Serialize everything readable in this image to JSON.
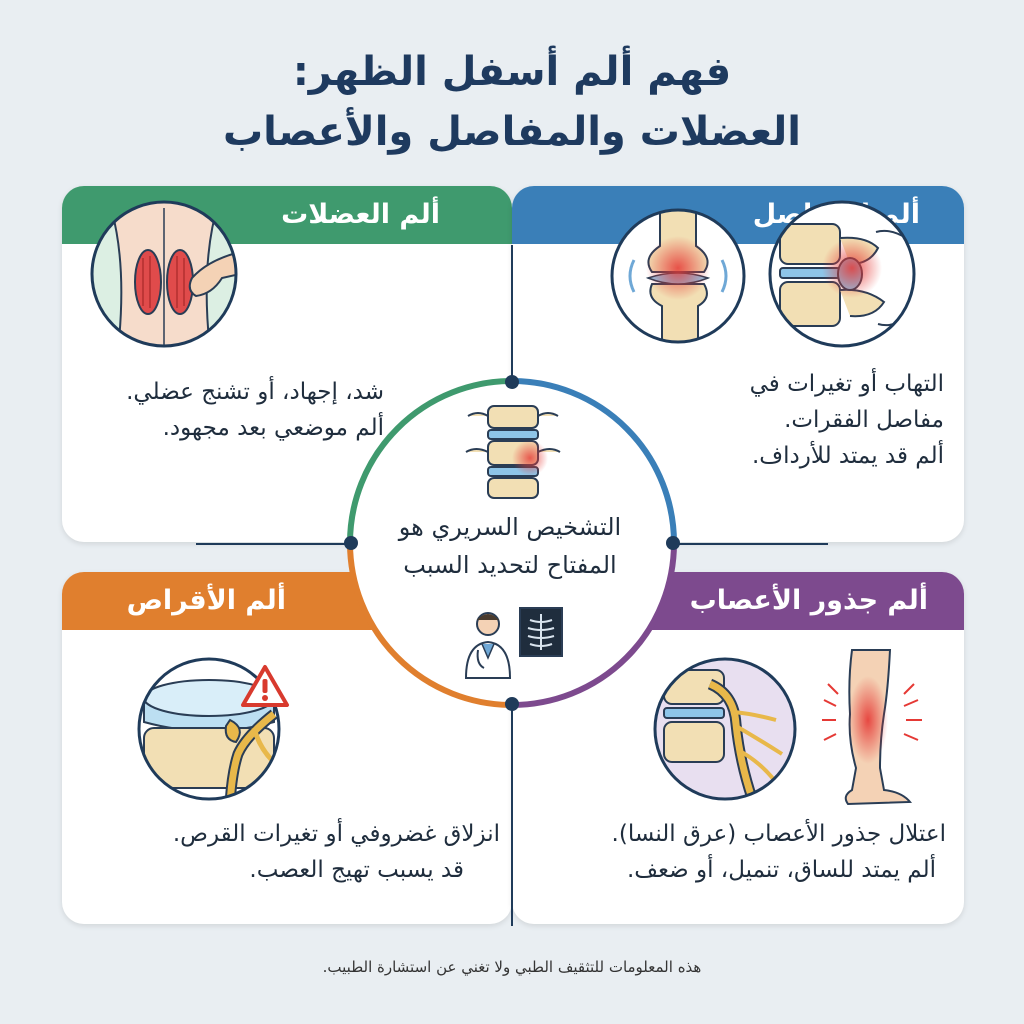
{
  "title": {
    "line1": "فهم ألم أسفل الظهر:",
    "line2": "العضلات والمفاصل والأعصاب"
  },
  "cards": {
    "muscle": {
      "title": "ألم العضلات",
      "lines": [
        "شد، إجهاد، أو تشنج عضلي.",
        "ألم موضعي بعد مجهود."
      ],
      "color": "#3f9a6e"
    },
    "joint": {
      "title": "ألم المفاصل",
      "lines": [
        "التهاب أو تغيرات في",
        "مفاصل الفقرات.",
        "ألم قد يمتد للأرداف."
      ],
      "color": "#3a7fb8"
    },
    "disc": {
      "title": "ألم الأقراص",
      "lines": [
        "انزلاق غضروفي أو تغيرات القرص.",
        "قد يسبب تهيج العصب."
      ],
      "color": "#e07f2e"
    },
    "nerve": {
      "title": "ألم جذور الأعصاب",
      "lines": [
        "اعتلال جذور الأعصاب (عرق النسا).",
        "ألم يمتد للساق، تنميل، أو ضعف."
      ],
      "color": "#7d4a8e"
    }
  },
  "center": {
    "lines": [
      "التشخيص السريري هو",
      "المفتاح لتحديد السبب"
    ]
  },
  "icons": {
    "muscle": "back-muscle-icon",
    "knee": "knee-joint-icon",
    "facet": "facet-joint-icon",
    "center_spine": "spine-segment-icon",
    "doctor": "doctor-xray-icon",
    "disc": "herniated-disc-icon",
    "warning": "warning-icon",
    "nerve": "nerve-root-icon",
    "leg": "leg-pain-icon"
  },
  "footnote": "هذه المعلومات للتثقيف الطبي ولا تغني عن استشارة الطبيب."
}
